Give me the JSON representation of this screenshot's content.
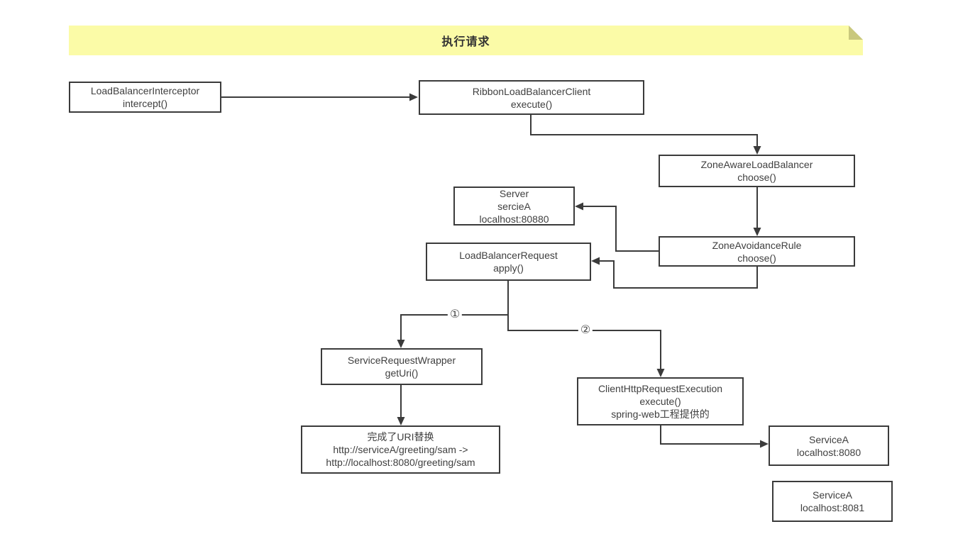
{
  "banner": {
    "title": "执行请求",
    "bg_color": "#FBFBA7",
    "fold_color": "#C9C87D",
    "text_color": "#333333"
  },
  "diagram": {
    "line_color": "#3B3B3B",
    "box_border_color": "#3B3B3B",
    "box_bg_color": "#FFFFFF",
    "nodes": [
      {
        "id": "load-balancer-interceptor",
        "lines": [
          "LoadBalancerInterceptor",
          "intercept()"
        ]
      },
      {
        "id": "ribbon-load-balancer-client",
        "lines": [
          "RibbonLoadBalancerClient",
          "execute()"
        ]
      },
      {
        "id": "zone-aware-load-balancer",
        "lines": [
          "ZoneAwareLoadBalancer",
          "choose()"
        ]
      },
      {
        "id": "server",
        "lines": [
          "Server",
          "sercieA",
          "localhost:80880"
        ]
      },
      {
        "id": "zone-avoidance-rule",
        "lines": [
          "ZoneAvoidanceRule",
          "choose()"
        ]
      },
      {
        "id": "load-balancer-request",
        "lines": [
          "LoadBalancerRequest",
          "apply()"
        ]
      },
      {
        "id": "service-request-wrapper",
        "lines": [
          "ServiceRequestWrapper",
          "getUri()"
        ]
      },
      {
        "id": "client-http-request-execution",
        "lines": [
          "ClientHttpRequestExecution",
          "execute()",
          "spring-web工程提供的"
        ]
      },
      {
        "id": "uri-replacement",
        "lines": [
          "完成了URI替换",
          "http://serviceA/greeting/sam ->",
          "http://localhost:8080/greeting/sam"
        ]
      },
      {
        "id": "service-a-8080",
        "lines": [
          "ServiceA",
          "localhost:8080"
        ]
      },
      {
        "id": "service-a-8081",
        "lines": [
          "ServiceA",
          "localhost:8081"
        ]
      }
    ],
    "edge_labels": {
      "step1": "①",
      "step2": "②"
    }
  }
}
